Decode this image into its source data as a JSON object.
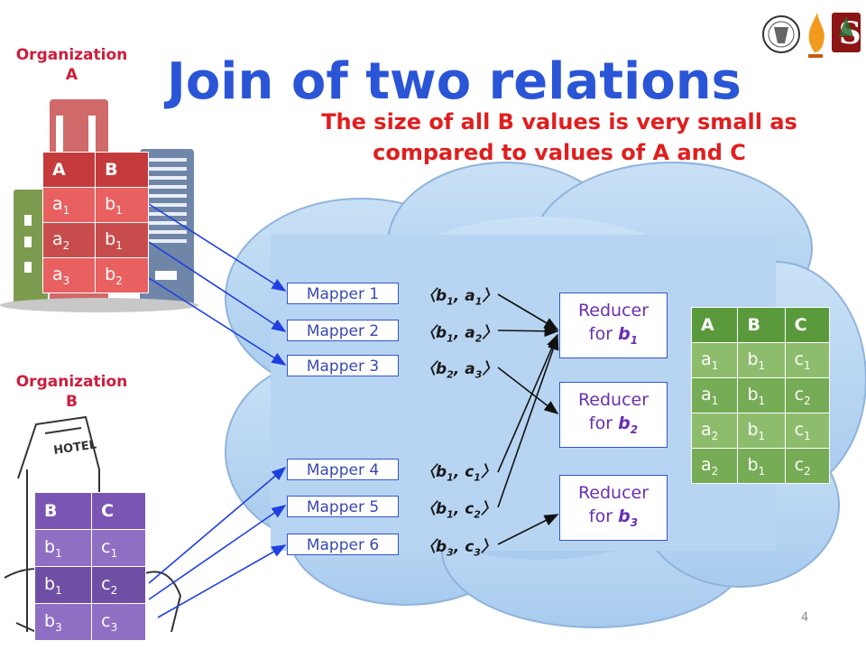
{
  "title": "Join of two relations",
  "subtitle": "The size of all B values is very small as compared to values of A and C",
  "org_a": {
    "line1": "Organization",
    "line2": "A"
  },
  "org_b": {
    "line1": "Organization",
    "line2": "B"
  },
  "hotel_sign": "HOTEL",
  "table_ab": {
    "headers": [
      "A",
      "B"
    ],
    "rows": [
      [
        "a",
        "1",
        "b",
        "1"
      ],
      [
        "a",
        "2",
        "b",
        "1"
      ],
      [
        "a",
        "3",
        "b",
        "2"
      ]
    ]
  },
  "table_bc": {
    "headers": [
      "B",
      "C"
    ],
    "rows": [
      [
        "b",
        "1",
        "c",
        "1"
      ],
      [
        "b",
        "1",
        "c",
        "2"
      ],
      [
        "b",
        "3",
        "c",
        "3"
      ]
    ]
  },
  "table_abc": {
    "headers": [
      "A",
      "B",
      "C"
    ],
    "rows": [
      [
        "a",
        "1",
        "b",
        "1",
        "c",
        "1"
      ],
      [
        "a",
        "1",
        "b",
        "1",
        "c",
        "2"
      ],
      [
        "a",
        "2",
        "b",
        "1",
        "c",
        "1"
      ],
      [
        "a",
        "2",
        "b",
        "1",
        "c",
        "2"
      ]
    ]
  },
  "mappers": [
    "Mapper 1",
    "Mapper 2",
    "Mapper 3",
    "Mapper 4",
    "Mapper 5",
    "Mapper 6"
  ],
  "pairs": [
    {
      "k": "b",
      "ks": "1",
      "v": "a",
      "vs": "1"
    },
    {
      "k": "b",
      "ks": "1",
      "v": "a",
      "vs": "2"
    },
    {
      "k": "b",
      "ks": "2",
      "v": "a",
      "vs": "3"
    },
    {
      "k": "b",
      "ks": "1",
      "v": "c",
      "vs": "1"
    },
    {
      "k": "b",
      "ks": "1",
      "v": "c",
      "vs": "2"
    },
    {
      "k": "b",
      "ks": "3",
      "v": "c",
      "vs": "3"
    }
  ],
  "reducers": [
    {
      "line1": "Reducer",
      "prefix": "for ",
      "sym": "b",
      "sub": "1"
    },
    {
      "line1": "Reducer",
      "prefix": "for ",
      "sym": "b",
      "sub": "2"
    },
    {
      "line1": "Reducer",
      "prefix": "for ",
      "sym": "b",
      "sub": "3"
    }
  ],
  "page_number": "4",
  "colors": {
    "title": "#2a55d6",
    "subtitle": "#e01e1e",
    "cloud": "#b7d5f2",
    "arrow": "#1f3fe0"
  }
}
